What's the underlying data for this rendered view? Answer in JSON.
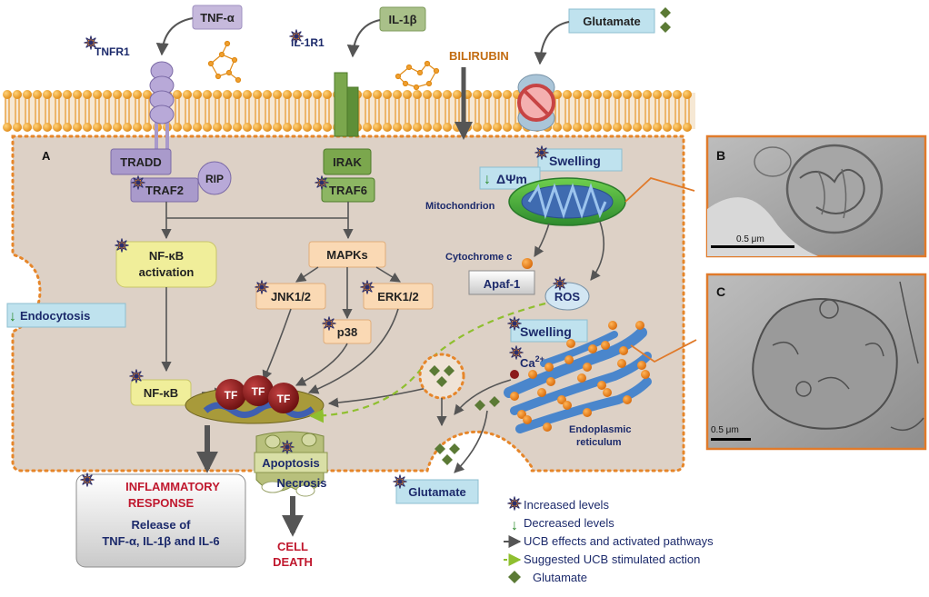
{
  "panel_labels": {
    "a": "A",
    "b": "B",
    "c": "C"
  },
  "ligands": {
    "tnf": "TNF-α",
    "il1b": "IL-1β",
    "glutamate_top": "Glutamate"
  },
  "receptors": {
    "tnfr1": "TNFR1",
    "il1r1": "IL-1R1"
  },
  "bilirubin": "BILIRUBIN",
  "adaptors": {
    "tradd": "TRADD",
    "traf2": "TRAF2",
    "rip": "RIP",
    "irak": "IRAK",
    "traf6": "TRAF6"
  },
  "nfkb_activation": [
    "NF-κB",
    "activation"
  ],
  "nfkb": "NF-κB",
  "mapks": "MAPKs",
  "jnk": "JNK1/2",
  "erk": "ERK1/2",
  "p38": "p38",
  "tf_label": "TF",
  "endocytosis": "Endocytosis",
  "mito": {
    "swelling": "Swelling",
    "dpsi": "ΔΨm",
    "label": "Mitochondrion",
    "cytc": "Cytochrome c",
    "apaf": "Apaf-1",
    "ros": "ROS"
  },
  "er": {
    "swelling": "Swelling",
    "ca": "Ca",
    "ca_sup": "2+",
    "label": [
      "Endoplasmic",
      "reticulum"
    ]
  },
  "death": {
    "apoptosis": "Apoptosis",
    "necrosis": "Necrosis",
    "cell_death": [
      "CELL",
      "DEATH"
    ]
  },
  "glutamate_bottom": "Glutamate",
  "inflammatory": {
    "title": [
      "INFLAMMATORY",
      "RESPONSE"
    ],
    "release": [
      "Release of",
      "TNF-α, IL-1β and IL-6"
    ]
  },
  "scalebars": {
    "b": "0.5 μm",
    "c": "0.5 μm"
  },
  "legend": [
    {
      "symbol": "star",
      "text": "Increased levels"
    },
    {
      "symbol": "down-arrow",
      "text": "Decreased levels"
    },
    {
      "symbol": "solid-arrow",
      "text": "UCB effects and activated pathways"
    },
    {
      "symbol": "dashed-arrow",
      "text": "Suggested UCB stimulated action"
    },
    {
      "symbol": "diamond",
      "text": "Glutamate"
    }
  ],
  "colors": {
    "cytoplasm": "#ddd1c6",
    "membrane_head": "#f3a93b",
    "tnf_box": "#c6b9dc",
    "il1b_box": "#a9c089",
    "glutamate_box": "#bfe2ee",
    "nfkb_box": "#f0ee9a",
    "mapk_box": "#fad9b4",
    "mito_outer": "#3ea63e",
    "mito_inner": "#3f6bb0",
    "er": "#4a86cc",
    "er_beads": "#f08a1c",
    "tf": "#8b1a1a",
    "em_border": "#e07a2a",
    "inflammatory_text": "#c0182e",
    "legend_diamond": "#5b7a35"
  }
}
